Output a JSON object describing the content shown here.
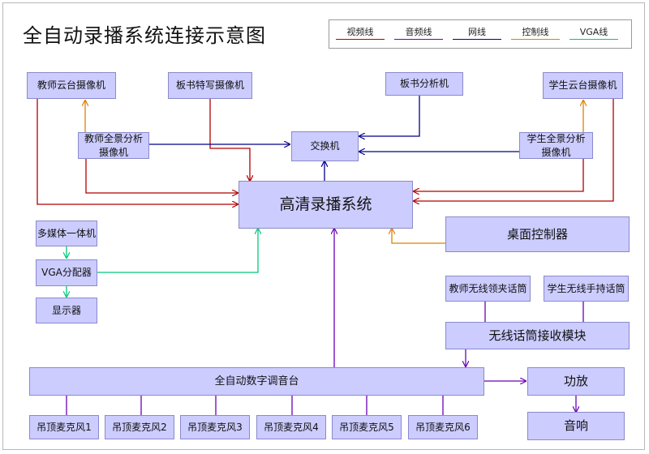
{
  "title": "全自动录播系统连接示意图",
  "legend": [
    {
      "label": "视频线",
      "color": "#b00000"
    },
    {
      "label": "音频线",
      "color": "#6a00b8"
    },
    {
      "label": "网线",
      "color": "#00008b"
    },
    {
      "label": "控制线",
      "color": "#e08000"
    },
    {
      "label": "VGA线",
      "color": "#00c878"
    }
  ],
  "nodes": {
    "teacher_ptz": "教师云台摄像机",
    "board_closeup": "板书特写摄像机",
    "board_analysis": "板书分析机",
    "student_ptz": "学生云台摄像机",
    "teacher_panorama": "教师全景分析\n摄像机",
    "switch": "交换机",
    "student_panorama": "学生全景分析\n摄像机",
    "hd_system": "高清录播系统",
    "multimedia": "多媒体一体机",
    "vga_splitter": "VGA分配器",
    "display": "显示器",
    "desk_controller": "桌面控制器",
    "teacher_mic": "教师无线领夹话筒",
    "student_mic": "学生无线手持话筒",
    "wireless_receiver": "无线话筒接收模块",
    "mixer": "全自动数字调音台",
    "amplifier": "功放",
    "speaker": "音响",
    "mics": [
      "吊顶麦克风1",
      "吊顶麦克风2",
      "吊顶麦克风3",
      "吊顶麦克风4",
      "吊顶麦克风5",
      "吊顶麦克风6"
    ]
  }
}
